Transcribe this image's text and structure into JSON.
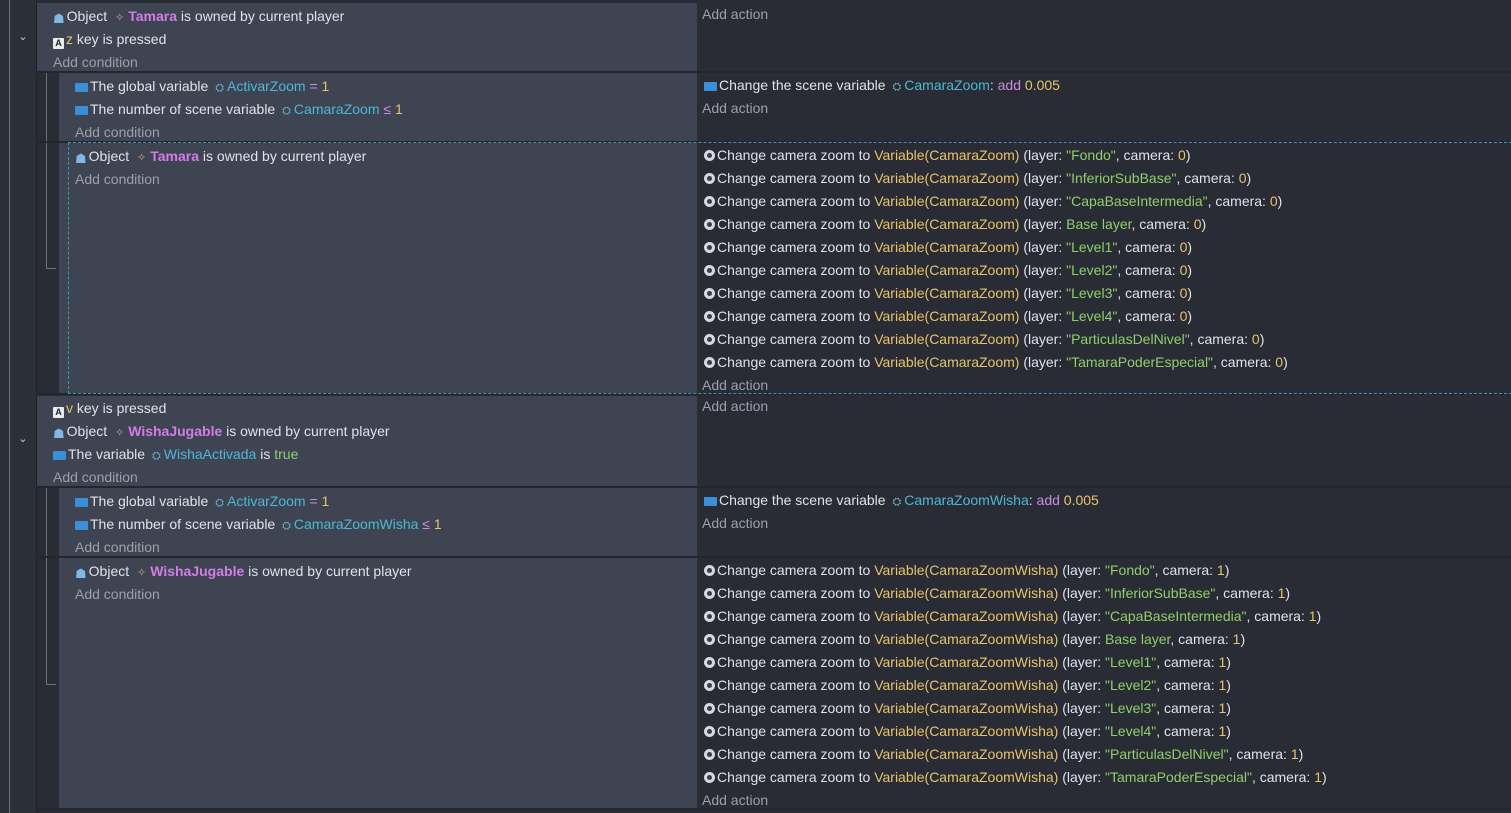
{
  "events": [
    {
      "conditions": [
        [
          {
            "t": "Object ",
            "c": ""
          },
          {
            "t": "Tamara",
            "c": "obj"
          },
          {
            "t": " is owned by current player",
            "c": ""
          }
        ],
        [
          {
            "t": "z",
            "c": "key"
          },
          {
            "t": " key is pressed",
            "c": ""
          }
        ]
      ],
      "add_condition": "Add condition",
      "actions": [],
      "add_action": "Add action"
    },
    {
      "conditions": [
        [
          {
            "t": "The global variable ",
            "c": ""
          },
          {
            "t": "ActivarZoom",
            "c": "var"
          },
          {
            "t": " = ",
            "c": "op"
          },
          {
            "t": "1",
            "c": "num"
          }
        ],
        [
          {
            "t": "The number of scene variable ",
            "c": ""
          },
          {
            "t": "CamaraZoom",
            "c": "var"
          },
          {
            "t": " ≤ ",
            "c": "op"
          },
          {
            "t": "1",
            "c": "num"
          }
        ]
      ],
      "add_condition": "Add condition",
      "actions": [
        [
          {
            "t": "Change the scene variable ",
            "c": ""
          },
          {
            "t": "CamaraZoom",
            "c": "var"
          },
          {
            "t": ": ",
            "c": ""
          },
          {
            "t": "add",
            "c": "op"
          },
          {
            "t": " 0.005",
            "c": "num"
          }
        ]
      ],
      "add_action": "Add action"
    },
    {
      "conditions": [
        [
          {
            "t": "Object ",
            "c": ""
          },
          {
            "t": "Tamara",
            "c": "obj"
          },
          {
            "t": " is owned by current player",
            "c": ""
          }
        ]
      ],
      "add_condition": "Add condition",
      "actions": [
        [
          {
            "t": "Change camera zoom to ",
            "c": ""
          },
          {
            "t": "Variable(CamaraZoom)",
            "c": "num"
          },
          {
            "t": " (layer: ",
            "c": ""
          },
          {
            "t": "\"Fondo\"",
            "c": "str"
          },
          {
            "t": ", camera: ",
            "c": ""
          },
          {
            "t": "0",
            "c": "num"
          },
          {
            "t": ")",
            "c": ""
          }
        ],
        [
          {
            "t": "Change camera zoom to ",
            "c": ""
          },
          {
            "t": "Variable(CamaraZoom)",
            "c": "num"
          },
          {
            "t": " (layer: ",
            "c": ""
          },
          {
            "t": "\"InferiorSubBase\"",
            "c": "str"
          },
          {
            "t": ", camera: ",
            "c": ""
          },
          {
            "t": "0",
            "c": "num"
          },
          {
            "t": ")",
            "c": ""
          }
        ],
        [
          {
            "t": "Change camera zoom to ",
            "c": ""
          },
          {
            "t": "Variable(CamaraZoom)",
            "c": "num"
          },
          {
            "t": " (layer: ",
            "c": ""
          },
          {
            "t": "\"CapaBaseIntermedia\"",
            "c": "str"
          },
          {
            "t": ", camera: ",
            "c": ""
          },
          {
            "t": "0",
            "c": "num"
          },
          {
            "t": ")",
            "c": ""
          }
        ],
        [
          {
            "t": "Change camera zoom to ",
            "c": ""
          },
          {
            "t": "Variable(CamaraZoom)",
            "c": "num"
          },
          {
            "t": " (layer: ",
            "c": ""
          },
          {
            "t": "Base layer",
            "c": "str"
          },
          {
            "t": ", camera: ",
            "c": ""
          },
          {
            "t": "0",
            "c": "num"
          },
          {
            "t": ")",
            "c": ""
          }
        ],
        [
          {
            "t": "Change camera zoom to ",
            "c": ""
          },
          {
            "t": "Variable(CamaraZoom)",
            "c": "num"
          },
          {
            "t": " (layer: ",
            "c": ""
          },
          {
            "t": "\"Level1\"",
            "c": "str"
          },
          {
            "t": ", camera: ",
            "c": ""
          },
          {
            "t": "0",
            "c": "num"
          },
          {
            "t": ")",
            "c": ""
          }
        ],
        [
          {
            "t": "Change camera zoom to ",
            "c": ""
          },
          {
            "t": "Variable(CamaraZoom)",
            "c": "num"
          },
          {
            "t": " (layer: ",
            "c": ""
          },
          {
            "t": "\"Level2\"",
            "c": "str"
          },
          {
            "t": ", camera: ",
            "c": ""
          },
          {
            "t": "0",
            "c": "num"
          },
          {
            "t": ")",
            "c": ""
          }
        ],
        [
          {
            "t": "Change camera zoom to ",
            "c": ""
          },
          {
            "t": "Variable(CamaraZoom)",
            "c": "num"
          },
          {
            "t": " (layer: ",
            "c": ""
          },
          {
            "t": "\"Level3\"",
            "c": "str"
          },
          {
            "t": ", camera: ",
            "c": ""
          },
          {
            "t": "0",
            "c": "num"
          },
          {
            "t": ")",
            "c": ""
          }
        ],
        [
          {
            "t": "Change camera zoom to ",
            "c": ""
          },
          {
            "t": "Variable(CamaraZoom)",
            "c": "num"
          },
          {
            "t": " (layer: ",
            "c": ""
          },
          {
            "t": "\"Level4\"",
            "c": "str"
          },
          {
            "t": ", camera: ",
            "c": ""
          },
          {
            "t": "0",
            "c": "num"
          },
          {
            "t": ")",
            "c": ""
          }
        ],
        [
          {
            "t": "Change camera zoom to ",
            "c": ""
          },
          {
            "t": "Variable(CamaraZoom)",
            "c": "num"
          },
          {
            "t": " (layer: ",
            "c": ""
          },
          {
            "t": "\"ParticulasDelNivel\"",
            "c": "str"
          },
          {
            "t": ", camera: ",
            "c": ""
          },
          {
            "t": "0",
            "c": "num"
          },
          {
            "t": ")",
            "c": ""
          }
        ],
        [
          {
            "t": "Change camera zoom to ",
            "c": ""
          },
          {
            "t": "Variable(CamaraZoom)",
            "c": "num"
          },
          {
            "t": " (layer: ",
            "c": ""
          },
          {
            "t": "\"TamaraPoderEspecial\"",
            "c": "str"
          },
          {
            "t": ", camera: ",
            "c": ""
          },
          {
            "t": "0",
            "c": "num"
          },
          {
            "t": ")",
            "c": ""
          }
        ]
      ],
      "add_action": "Add action"
    },
    {
      "conditions": [
        [
          {
            "t": "v",
            "c": "key"
          },
          {
            "t": " key is pressed",
            "c": ""
          }
        ],
        [
          {
            "t": "Object ",
            "c": ""
          },
          {
            "t": "WishaJugable",
            "c": "obj"
          },
          {
            "t": " is owned by current player",
            "c": ""
          }
        ],
        [
          {
            "t": "The variable ",
            "c": ""
          },
          {
            "t": "WishaActivada",
            "c": "var"
          },
          {
            "t": " is ",
            "c": ""
          },
          {
            "t": "true",
            "c": "kw"
          }
        ]
      ],
      "add_condition": "Add condition",
      "actions": [],
      "add_action": "Add action"
    },
    {
      "conditions": [
        [
          {
            "t": "The global variable ",
            "c": ""
          },
          {
            "t": "ActivarZoom",
            "c": "var"
          },
          {
            "t": " = ",
            "c": "op"
          },
          {
            "t": "1",
            "c": "num"
          }
        ],
        [
          {
            "t": "The number of scene variable ",
            "c": ""
          },
          {
            "t": "CamaraZoomWisha",
            "c": "var"
          },
          {
            "t": " ≤ ",
            "c": "op"
          },
          {
            "t": "1",
            "c": "num"
          }
        ]
      ],
      "add_condition": "Add condition",
      "actions": [
        [
          {
            "t": "Change the scene variable ",
            "c": ""
          },
          {
            "t": "CamaraZoomWisha",
            "c": "var"
          },
          {
            "t": ": ",
            "c": ""
          },
          {
            "t": "add",
            "c": "op"
          },
          {
            "t": " 0.005",
            "c": "num"
          }
        ]
      ],
      "add_action": "Add action"
    },
    {
      "conditions": [
        [
          {
            "t": "Object ",
            "c": ""
          },
          {
            "t": "WishaJugable",
            "c": "obj"
          },
          {
            "t": " is owned by current player",
            "c": ""
          }
        ]
      ],
      "add_condition": "Add condition",
      "actions": [
        [
          {
            "t": "Change camera zoom to ",
            "c": ""
          },
          {
            "t": "Variable(CamaraZoomWisha)",
            "c": "num"
          },
          {
            "t": " (layer: ",
            "c": ""
          },
          {
            "t": "\"Fondo\"",
            "c": "str"
          },
          {
            "t": ", camera: ",
            "c": ""
          },
          {
            "t": "1",
            "c": "num"
          },
          {
            "t": ")",
            "c": ""
          }
        ],
        [
          {
            "t": "Change camera zoom to ",
            "c": ""
          },
          {
            "t": "Variable(CamaraZoomWisha)",
            "c": "num"
          },
          {
            "t": " (layer: ",
            "c": ""
          },
          {
            "t": "\"InferiorSubBase\"",
            "c": "str"
          },
          {
            "t": ", camera: ",
            "c": ""
          },
          {
            "t": "1",
            "c": "num"
          },
          {
            "t": ")",
            "c": ""
          }
        ],
        [
          {
            "t": "Change camera zoom to ",
            "c": ""
          },
          {
            "t": "Variable(CamaraZoomWisha)",
            "c": "num"
          },
          {
            "t": " (layer: ",
            "c": ""
          },
          {
            "t": "\"CapaBaseIntermedia\"",
            "c": "str"
          },
          {
            "t": ", camera: ",
            "c": ""
          },
          {
            "t": "1",
            "c": "num"
          },
          {
            "t": ")",
            "c": ""
          }
        ],
        [
          {
            "t": "Change camera zoom to ",
            "c": ""
          },
          {
            "t": "Variable(CamaraZoomWisha)",
            "c": "num"
          },
          {
            "t": " (layer: ",
            "c": ""
          },
          {
            "t": "Base layer",
            "c": "str"
          },
          {
            "t": ", camera: ",
            "c": ""
          },
          {
            "t": "1",
            "c": "num"
          },
          {
            "t": ")",
            "c": ""
          }
        ],
        [
          {
            "t": "Change camera zoom to ",
            "c": ""
          },
          {
            "t": "Variable(CamaraZoomWisha)",
            "c": "num"
          },
          {
            "t": " (layer: ",
            "c": ""
          },
          {
            "t": "\"Level1\"",
            "c": "str"
          },
          {
            "t": ", camera: ",
            "c": ""
          },
          {
            "t": "1",
            "c": "num"
          },
          {
            "t": ")",
            "c": ""
          }
        ],
        [
          {
            "t": "Change camera zoom to ",
            "c": ""
          },
          {
            "t": "Variable(CamaraZoomWisha)",
            "c": "num"
          },
          {
            "t": " (layer: ",
            "c": ""
          },
          {
            "t": "\"Level2\"",
            "c": "str"
          },
          {
            "t": ", camera: ",
            "c": ""
          },
          {
            "t": "1",
            "c": "num"
          },
          {
            "t": ")",
            "c": ""
          }
        ],
        [
          {
            "t": "Change camera zoom to ",
            "c": ""
          },
          {
            "t": "Variable(CamaraZoomWisha)",
            "c": "num"
          },
          {
            "t": " (layer: ",
            "c": ""
          },
          {
            "t": "\"Level3\"",
            "c": "str"
          },
          {
            "t": ", camera: ",
            "c": ""
          },
          {
            "t": "1",
            "c": "num"
          },
          {
            "t": ")",
            "c": ""
          }
        ],
        [
          {
            "t": "Change camera zoom to ",
            "c": ""
          },
          {
            "t": "Variable(CamaraZoomWisha)",
            "c": "num"
          },
          {
            "t": " (layer: ",
            "c": ""
          },
          {
            "t": "\"Level4\"",
            "c": "str"
          },
          {
            "t": ", camera: ",
            "c": ""
          },
          {
            "t": "1",
            "c": "num"
          },
          {
            "t": ")",
            "c": ""
          }
        ],
        [
          {
            "t": "Change camera zoom to ",
            "c": ""
          },
          {
            "t": "Variable(CamaraZoomWisha)",
            "c": "num"
          },
          {
            "t": " (layer: ",
            "c": ""
          },
          {
            "t": "\"ParticulasDelNivel\"",
            "c": "str"
          },
          {
            "t": ", camera: ",
            "c": ""
          },
          {
            "t": "1",
            "c": "num"
          },
          {
            "t": ")",
            "c": ""
          }
        ],
        [
          {
            "t": "Change camera zoom to ",
            "c": ""
          },
          {
            "t": "Variable(CamaraZoomWisha)",
            "c": "num"
          },
          {
            "t": " (layer: ",
            "c": ""
          },
          {
            "t": "\"TamaraPoderEspecial\"",
            "c": "str"
          },
          {
            "t": ", camera: ",
            "c": ""
          },
          {
            "t": "1",
            "c": "num"
          },
          {
            "t": ")",
            "c": ""
          }
        ]
      ],
      "add_action": "Add action"
    }
  ],
  "icons": {
    "object_condition": "object-icon",
    "key_condition": "keyboard-key-icon",
    "variable_condition": "variable-icon",
    "camera_action": "camera-icon",
    "object_sprite": "sprite-icon",
    "variable_scope": "variable-scope-icon",
    "collapse_toggle": "chevron-down-icon"
  },
  "colors": {
    "object_name": "#d27de7",
    "variable_name": "#4bb8d6",
    "number": "#e8c36a",
    "string": "#8fcf6b",
    "operator": "#c78be0",
    "condition_bg": "#3f4452",
    "action_bg": "#292c34",
    "selection_border": "#3d95b8"
  }
}
